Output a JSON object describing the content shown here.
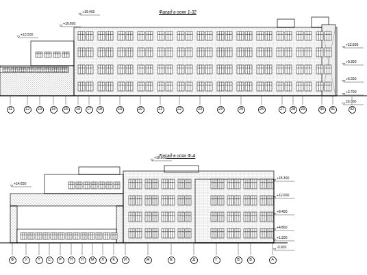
{
  "diagram": {
    "title": "Фасад в осях 1-32",
    "nodes": [
      {
        "text": [
          "11"
        ]
      },
      {
        "text": [
          "12"
        ]
      },
      {
        "text": [
          "13"
        ]
      },
      {
        "text": [
          "14"
        ]
      },
      {
        "text": [
          "15"
        ]
      },
      {
        "text": [
          "16"
        ]
      },
      {
        "text": [
          "17"
        ]
      },
      {
        "text": [
          "18"
        ]
      },
      {
        "text": [
          "19"
        ]
      },
      {
        "text": [
          "20"
        ]
      },
      {
        "text": [
          "21"
        ]
      },
      {
        "text": [
          "22"
        ]
      },
      {
        "text": [
          "23"
        ]
      },
      {
        "text": [
          "24"
        ]
      },
      {
        "text": [
          "25"
        ]
      },
      {
        "text": [
          "26"
        ]
      },
      {
        "text": [
          "27"
        ]
      },
      {
        "text": [
          "28"
        ]
      },
      {
        "text": [
          "29"
        ]
      },
      {
        "text": [
          "30"
        ]
      },
      {
        "text": [
          "31"
        ]
      },
      {
        "text": [
          "32"
        ]
      },
      {
        "text": [
          "Ф"
        ]
      },
      {
        "text": [
          "У"
        ]
      },
      {
        "text": [
          "Т"
        ]
      },
      {
        "text": [
          "С"
        ]
      },
      {
        "text": [
          "Р"
        ]
      },
      {
        "text": [
          "П"
        ]
      },
      {
        "text": [
          "Н"
        ]
      },
      {
        "text": [
          "М"
        ]
      },
      {
        "text": [
          "Л"
        ]
      },
      {
        "text": [
          "К"
        ]
      },
      {
        "text": [
          "И"
        ]
      },
      {
        "text": [
          "Ж"
        ]
      },
      {
        "text": [
          "Е"
        ]
      },
      {
        "text": [
          "Д"
        ]
      },
      {
        "text": [
          "Г"
        ]
      },
      {
        "text": [
          "В"
        ]
      },
      {
        "text": [
          "Б"
        ]
      },
      {
        "text": [
          "А"
        ]
      }
    ],
    "edges": [],
    "labels": [
      "Фасад в осях Ф-А",
      "+19.400",
      "+16.800",
      "+13.500",
      "+12.600",
      "+9.300",
      "+6.000",
      "+2.700",
      "±0.000",
      "+18.800",
      "+14.650",
      "+15.300",
      "+12.000",
      "+8.400",
      "+4.800",
      "+1.200",
      "-0.000"
    ]
  }
}
